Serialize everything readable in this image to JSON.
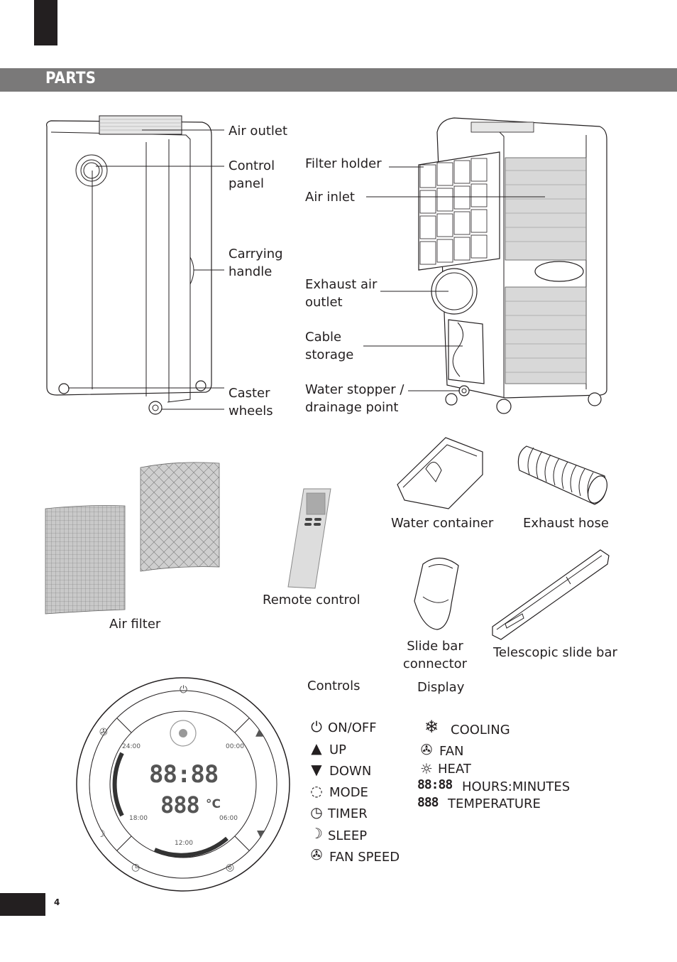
{
  "header": {
    "section_title": "PARTS"
  },
  "unit_labels": {
    "air_outlet": "Air outlet",
    "control_panel": "Control\npanel",
    "carrying_handle": "Carrying\nhandle",
    "caster_wheels": "Caster\nwheels",
    "filter_holder": "Filter holder",
    "air_inlet": "Air inlet",
    "exhaust_air_outlet": "Exhaust air\noutlet",
    "cable_storage": "Cable\nstorage",
    "water_stopper": "Water stopper /\ndrainage point"
  },
  "accessories": {
    "air_filter": "Air filter",
    "remote_control": "Remote control",
    "water_container": "Water container",
    "exhaust_hose": "Exhaust hose",
    "slide_bar_connector": "Slide bar\nconnector",
    "telescopic_slide_bar": "Telescopic slide bar"
  },
  "panel_display": {
    "time_24": "24:00",
    "time_00": "00:00",
    "time_18": "18:00",
    "time_06": "06:00",
    "time_12": "12:00",
    "clock_digits": "88:88",
    "temp_digits": "888",
    "temp_unit": "°C"
  },
  "controls": {
    "heading": "Controls",
    "items": [
      {
        "icon": "power-icon",
        "glyph": "⏻",
        "label": "ON/OFF"
      },
      {
        "icon": "up-icon",
        "glyph": "▲",
        "label": "UP"
      },
      {
        "icon": "down-icon",
        "glyph": "▼",
        "label": "DOWN"
      },
      {
        "icon": "mode-icon",
        "glyph": "◌",
        "label": "MODE"
      },
      {
        "icon": "timer-icon",
        "glyph": "◷",
        "label": "TIMER"
      },
      {
        "icon": "sleep-icon",
        "glyph": "☽",
        "label": "SLEEP"
      },
      {
        "icon": "fan-speed-icon",
        "glyph": "✇",
        "label": "FAN SPEED"
      }
    ]
  },
  "display": {
    "heading": "Display",
    "items": [
      {
        "icon": "cooling-icon",
        "glyph": "❄",
        "label": "COOLING"
      },
      {
        "icon": "fan-icon",
        "glyph": "✇",
        "label": "FAN"
      },
      {
        "icon": "heat-icon",
        "glyph": "☼",
        "label": "HEAT"
      },
      {
        "icon": "clock-digits-icon",
        "glyph": "88:88",
        "label": "HOURS:MINUTES"
      },
      {
        "icon": "temp-digits-icon",
        "glyph": "888",
        "label": "TEMPERATURE"
      }
    ]
  },
  "footer": {
    "page_number": "4"
  }
}
